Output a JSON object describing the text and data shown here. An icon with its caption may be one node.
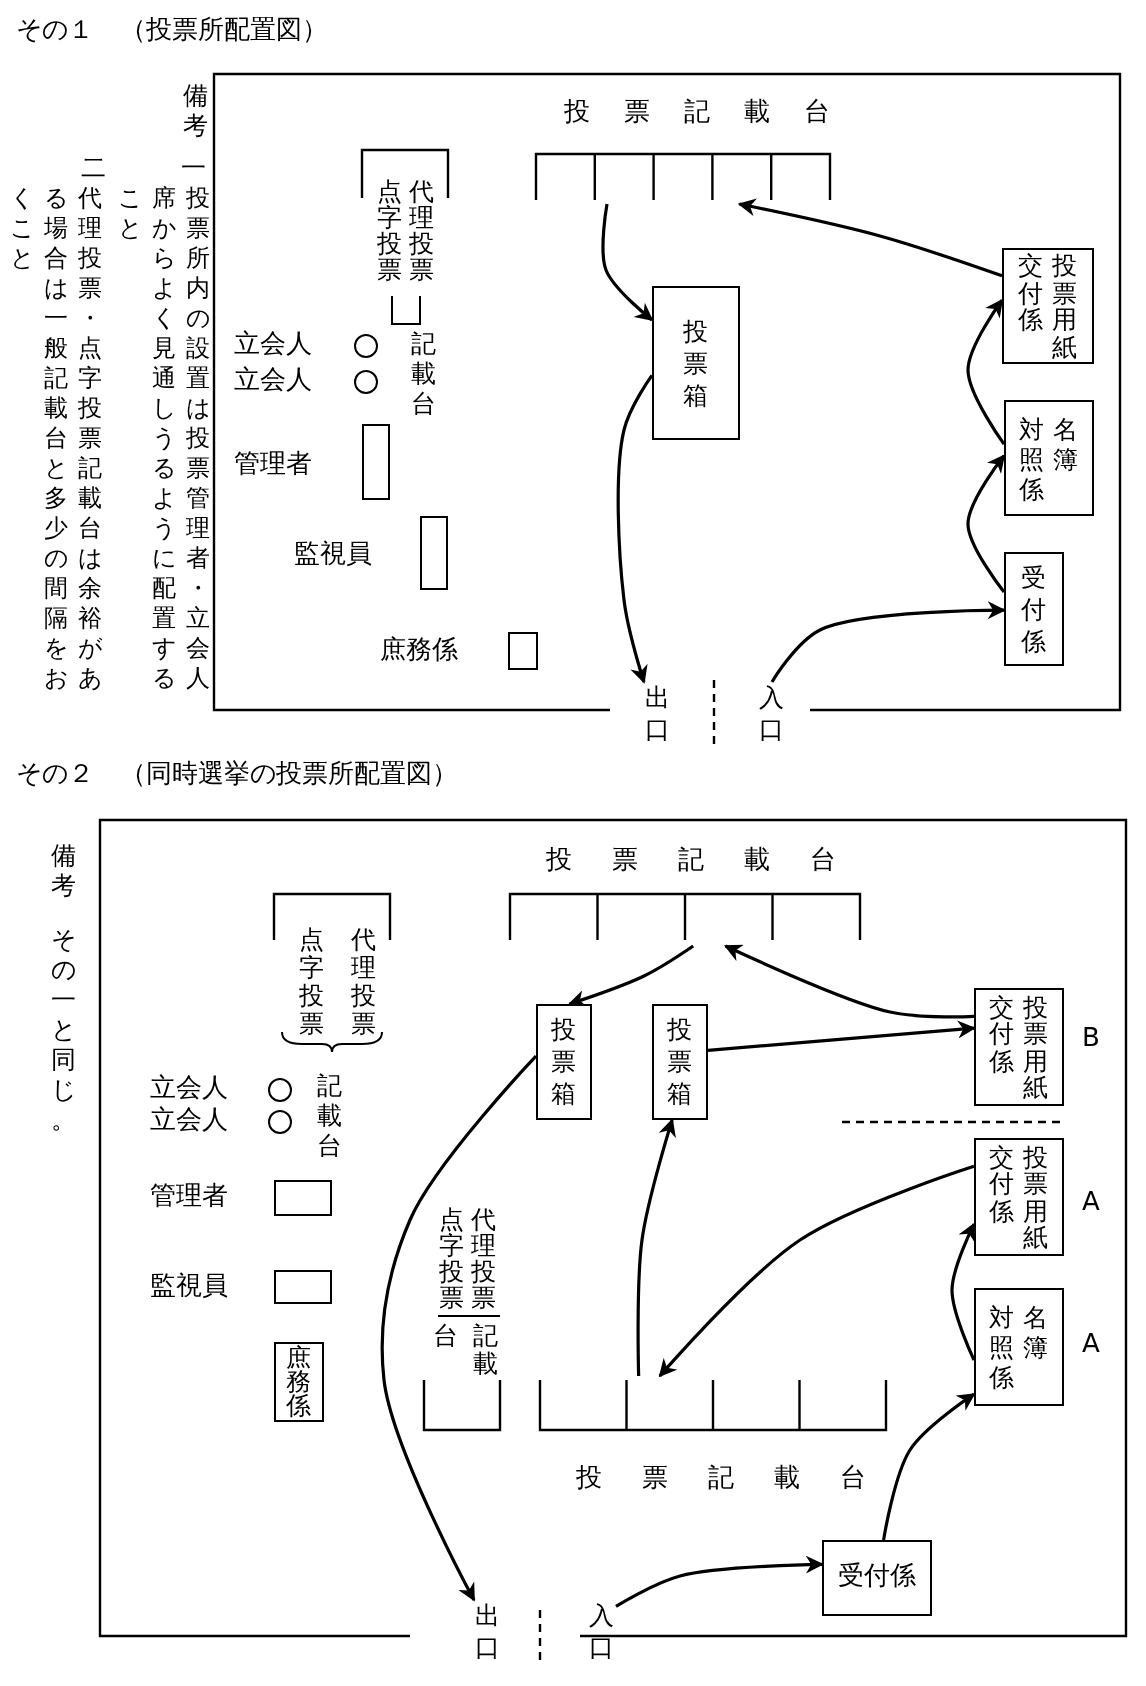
{
  "diagram": {
    "nodes": [
      {
        "text": [
          "投票記載台"
        ]
      },
      {
        "text": [
          "代理投票点字投票",
          "記載台"
        ]
      },
      {
        "text": [],
        "shape": "circle",
        "beside": [
          "立会人"
        ]
      },
      {
        "text": [],
        "shape": "circle",
        "beside": [
          "立会人"
        ]
      },
      {
        "text": [],
        "shape": "box",
        "beside": [
          "管理者"
        ]
      },
      {
        "text": [],
        "shape": "box",
        "beside": [
          "監視員"
        ]
      },
      {
        "text": [],
        "shape": "box",
        "beside": [
          "庶務係"
        ]
      },
      {
        "text": [
          "投票箱"
        ]
      },
      {
        "text": [
          "投票用紙交付係"
        ]
      },
      {
        "text": [
          "名簿対照係"
        ]
      },
      {
        "text": [
          "受付係"
        ]
      },
      {
        "text": [
          "出口"
        ]
      },
      {
        "text": [
          "入口"
        ]
      },
      {
        "text": [
          "投票記載台"
        ]
      },
      {
        "text": [
          "代理投票点字投票",
          "記載台"
        ]
      },
      {
        "text": [],
        "shape": "circle",
        "beside": [
          "立会人"
        ]
      },
      {
        "text": [],
        "shape": "circle",
        "beside": [
          "立会人"
        ]
      },
      {
        "text": [],
        "shape": "box",
        "beside": [
          "管理者"
        ]
      },
      {
        "text": [],
        "shape": "box",
        "beside": [
          "監視員"
        ]
      },
      {
        "text": [
          "庶務係"
        ]
      },
      {
        "text": [
          "投票箱"
        ]
      },
      {
        "text": [
          "投票箱"
        ]
      },
      {
        "text": [
          "投票用紙交付係"
        ],
        "beside": [
          "B"
        ]
      },
      {
        "text": [
          "投票用紙交付係"
        ],
        "beside": [
          "A"
        ]
      },
      {
        "text": [
          "名簿対照係"
        ],
        "beside": [
          "A"
        ]
      },
      {
        "text": [
          "代理投票点字投票",
          "記載台"
        ]
      },
      {
        "text": [
          "投票記載台"
        ]
      },
      {
        "text": [
          "受付係"
        ]
      },
      {
        "text": [
          "出口"
        ]
      },
      {
        "text": [
          "入口"
        ]
      }
    ],
    "edges": [
      {
        "from": 8,
        "to": 0,
        "arrow": "to"
      },
      {
        "from": 0,
        "to": 7,
        "arrow": "to"
      },
      {
        "from": 7,
        "to": 11,
        "arrow": "to"
      },
      {
        "from": 12,
        "to": 10,
        "arrow": "to"
      },
      {
        "from": 10,
        "to": 9,
        "arrow": "to"
      },
      {
        "from": 9,
        "to": 8,
        "arrow": "to"
      },
      {
        "from": 29,
        "to": 27,
        "arrow": "to"
      },
      {
        "from": 27,
        "to": 24,
        "arrow": "to"
      },
      {
        "from": 24,
        "to": 23,
        "arrow": "to"
      },
      {
        "from": 23,
        "to": 26,
        "arrow": "to"
      },
      {
        "from": 26,
        "to": 21,
        "arrow": "to"
      },
      {
        "from": 21,
        "to": 22,
        "arrow": "to"
      },
      {
        "from": 22,
        "to": 13,
        "arrow": "to"
      },
      {
        "from": 13,
        "to": 20,
        "arrow": "to"
      },
      {
        "from": 20,
        "to": 28,
        "arrow": "to"
      }
    ],
    "labels": [
      "その１　（投票所配置図）",
      "備考",
      "一",
      "投票所内の設置は投票管理者・立会人席からよく見通しうるように配置すること",
      "二",
      "代理投票・点字投票記載台は余裕がある場合は一般記載台と多少の間隔をおくこと",
      "その２　（同時選挙の投票所配置図）",
      "備考",
      "その一と同じ。"
    ]
  }
}
